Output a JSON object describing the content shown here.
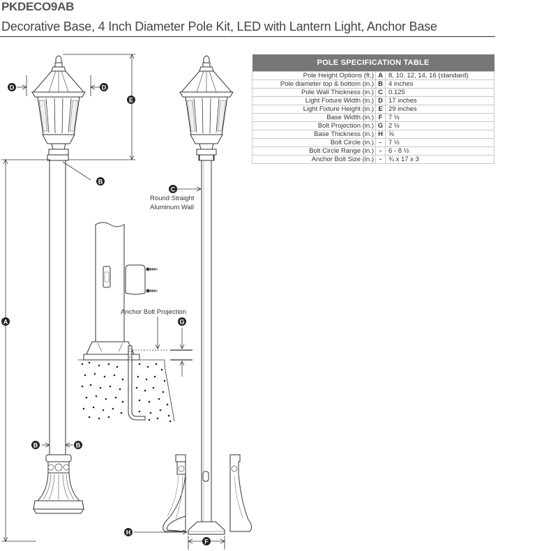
{
  "header": {
    "sku": "PKDECO9AB",
    "description": "Decorative Base, 4 Inch Diameter Pole Kit, LED with Lantern Light, Anchor Base"
  },
  "spec_table": {
    "title": "POLE SPECIFICATION TABLE",
    "rows": [
      {
        "name": "Pole Height Options (ft.)",
        "code": "A",
        "value": "8, 10, 12, 14, 16 (standard)"
      },
      {
        "name": "Pole diameter top & bottom (in.)",
        "code": "B",
        "value": "4 inches"
      },
      {
        "name": "Pole Wall Thickness (in.)",
        "code": "C",
        "value": "0.125"
      },
      {
        "name": "Light Fixture Width (in.)",
        "code": "D",
        "value": "17 inches"
      },
      {
        "name": "Light Fixture Height (in.)",
        "code": "E",
        "value": "29 inches"
      },
      {
        "name": "Base Width (in.)",
        "code": "F",
        "value": "7 ½"
      },
      {
        "name": "Bolt Projection (in.)",
        "code": "G",
        "value": "2 ½"
      },
      {
        "name": "Base Thickness (in.)",
        "code": "H",
        "value": "⅝"
      },
      {
        "name": "Bolt Circle (in.)",
        "code": "-",
        "value": "7 ½"
      },
      {
        "name": "Bolt Circle Range (in.)",
        "code": "-",
        "value": "6 - 8 ½"
      },
      {
        "name": "Anchor Bolt Size (in.)",
        "code": "-",
        "value": "¾ x 17 x 3"
      }
    ]
  },
  "callouts": {
    "wall_label_1": "Round Straight",
    "wall_label_2": "Aluminum Wall",
    "anchor_label": "Anchor Bolt Projection",
    "A": "A",
    "B": "B",
    "C": "C",
    "D": "D",
    "E": "E",
    "F": "F",
    "G": "G",
    "H": "H"
  }
}
